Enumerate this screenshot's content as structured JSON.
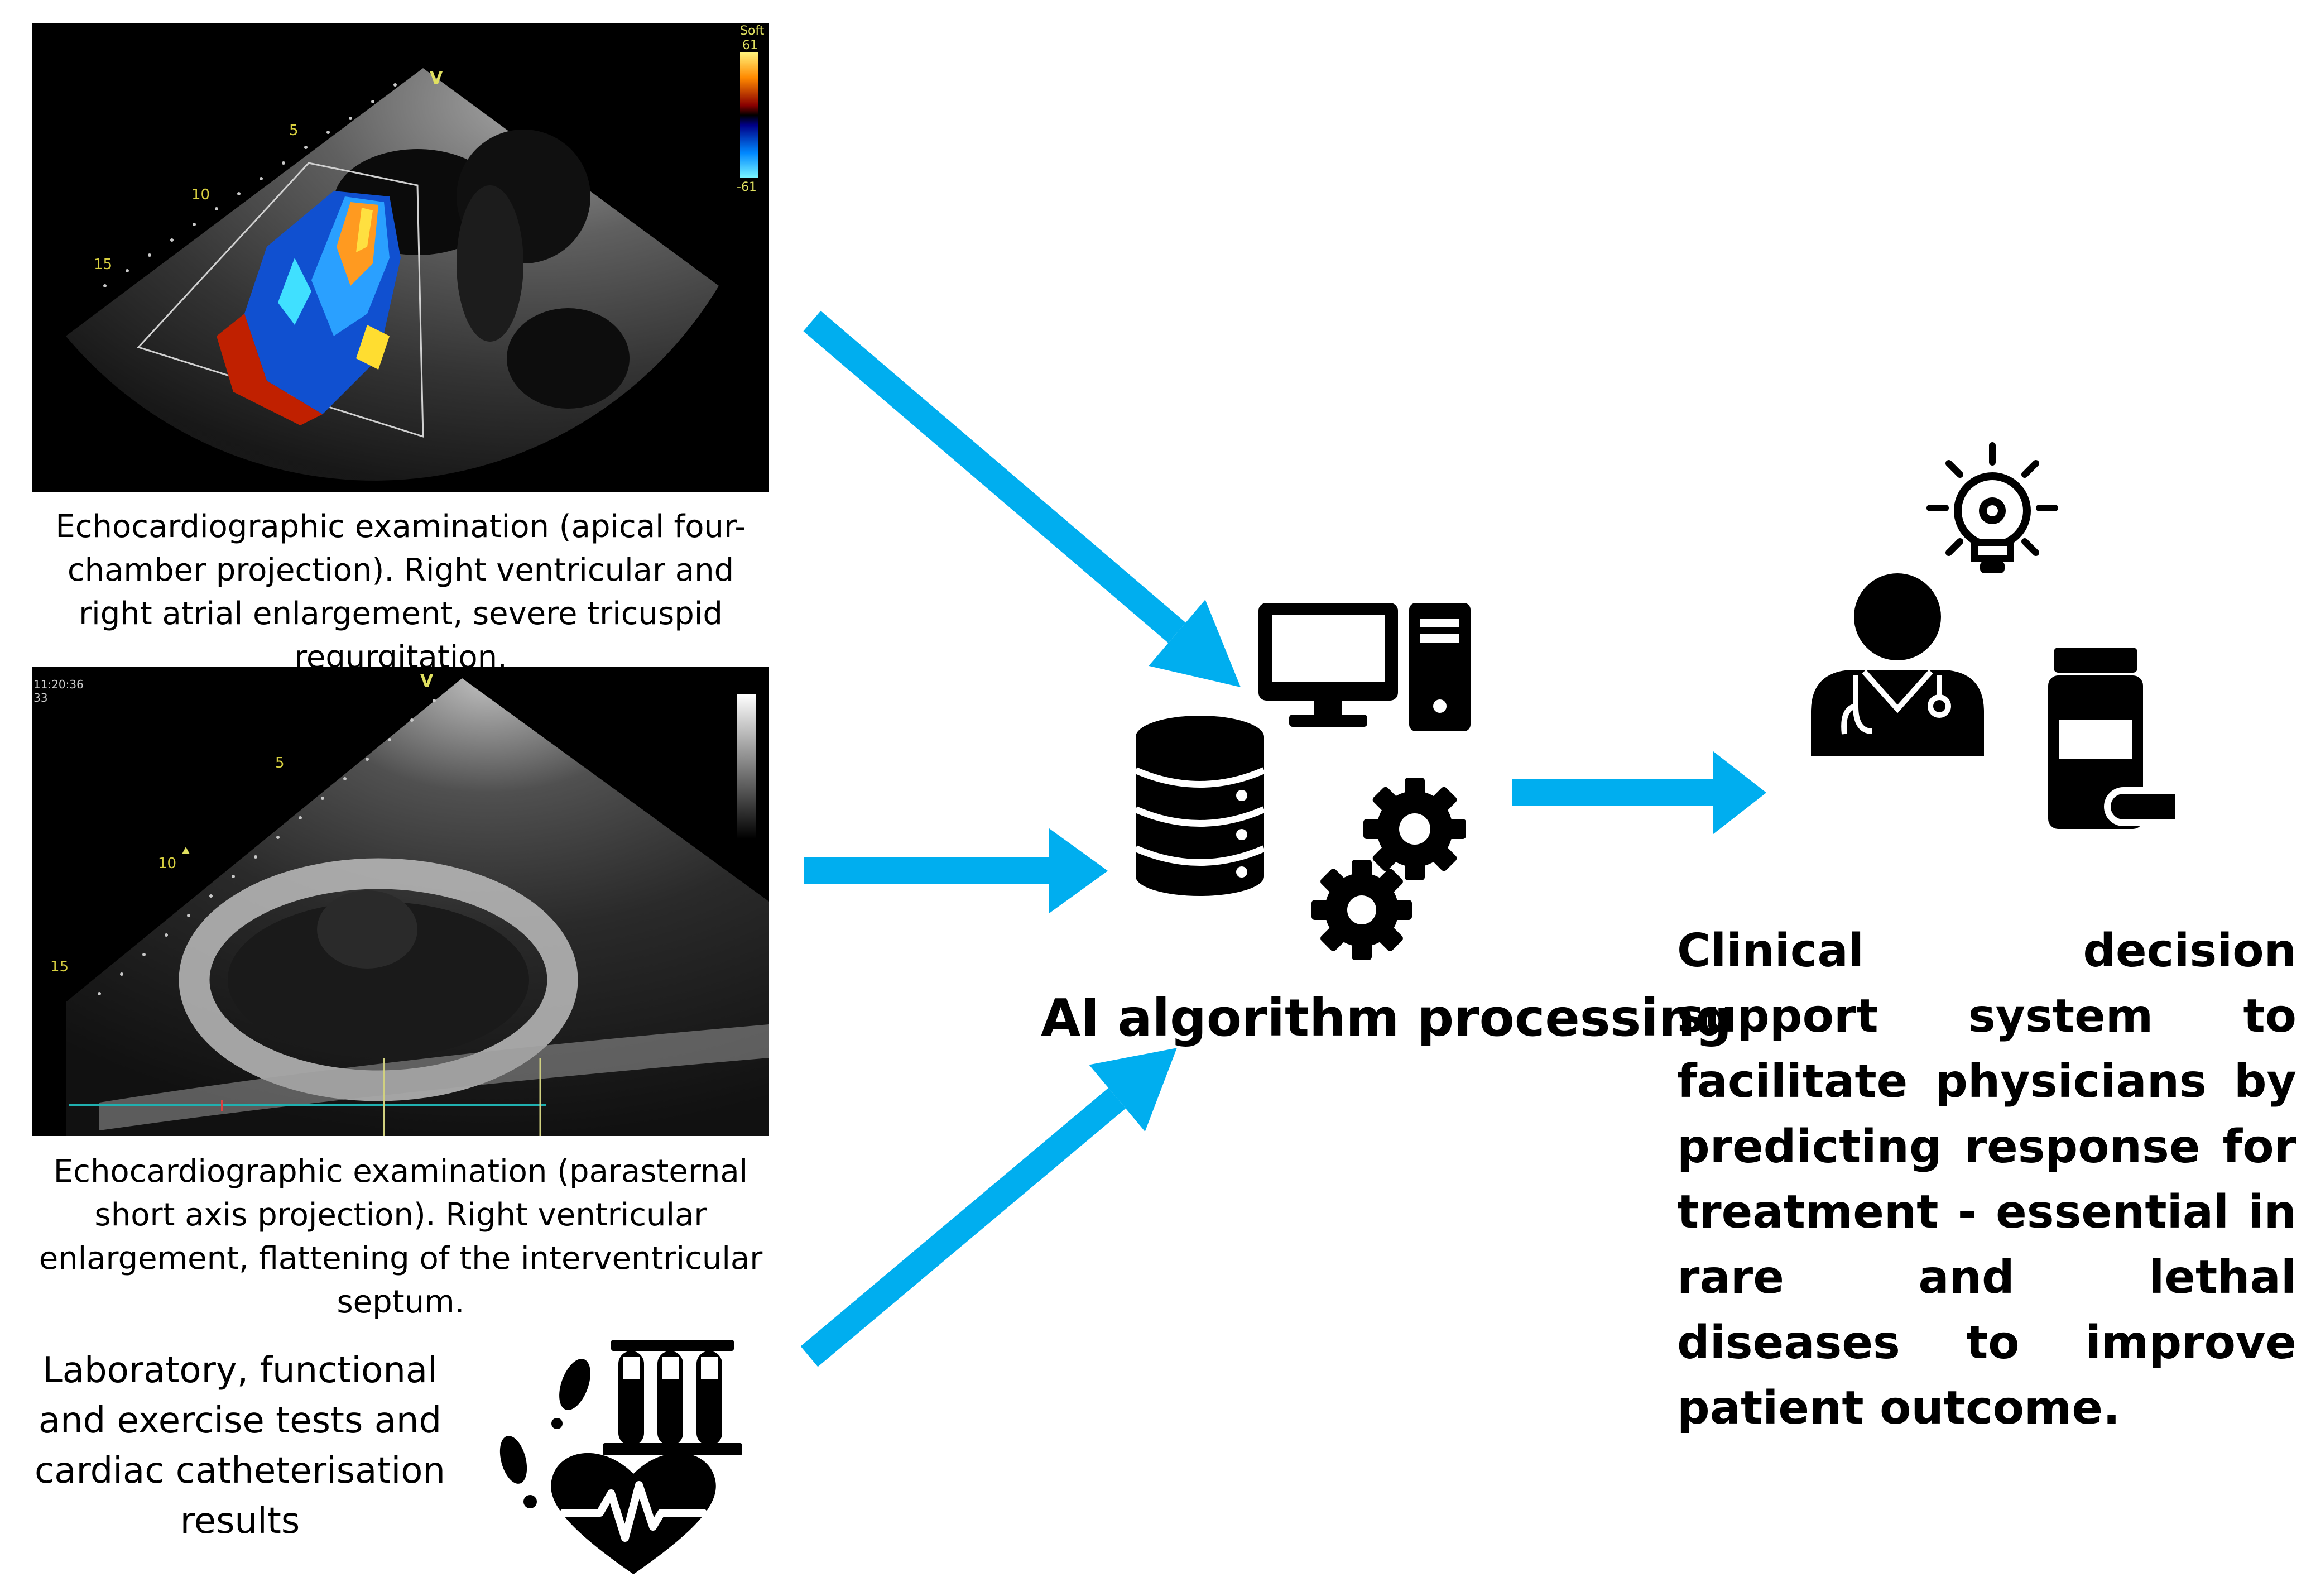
{
  "echo1": {
    "caption": "Echocardiographic examination (apical four-chamber projection). Right ventricular and right atrial enlargement, severe tricuspid regurgitation.",
    "marker": "V",
    "colorbar_label": "Soft",
    "colorbar_max": "61",
    "colorbar_min": "-61",
    "depth_marks": [
      "5",
      "10",
      "15"
    ]
  },
  "echo2": {
    "caption": "Echocardiographic examination (parasternal short axis projection). Right ventricular enlargement, flattening of the interventricular septum.",
    "marker": "V",
    "timestamp": "11:20:36",
    "frame": "33",
    "depth_marks": [
      "5",
      "10",
      "15"
    ]
  },
  "lab": {
    "text": "Laboratory, functional and exercise tests and cardiac catheterisation results",
    "icon": "lab-tests-icon"
  },
  "ai": {
    "label": "AI algorithm processing",
    "icons": [
      "computer-icon",
      "database-icon",
      "gears-icon"
    ]
  },
  "cds": {
    "text": "Clinical decision support system to facilitate physicians by predicting response for treatment - essential in rare and lethal diseases to improve patient outcome.",
    "icons": [
      "idea-lightbulb-icon",
      "doctor-icon",
      "medication-icon"
    ]
  },
  "colors": {
    "arrow": "#00aeef",
    "icon": "#000000"
  }
}
